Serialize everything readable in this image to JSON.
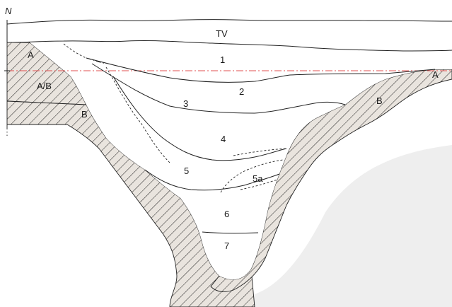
{
  "orientation": {
    "north": "N"
  },
  "layers": {
    "tv": "TV",
    "l1": "1",
    "l2": "2",
    "l3": "3",
    "l4": "4",
    "l5": "5",
    "l5a": "5a",
    "l6": "6",
    "l7": "7"
  },
  "bedrock": {
    "a_left": "A",
    "ab": "A/B",
    "b_left": "B",
    "b_right": "B",
    "a_right": "A"
  },
  "colors": {
    "reference_line": "#e05050",
    "hatch": "#222222",
    "bedrock_fill": "#e9e4de",
    "ink": "#222222"
  }
}
